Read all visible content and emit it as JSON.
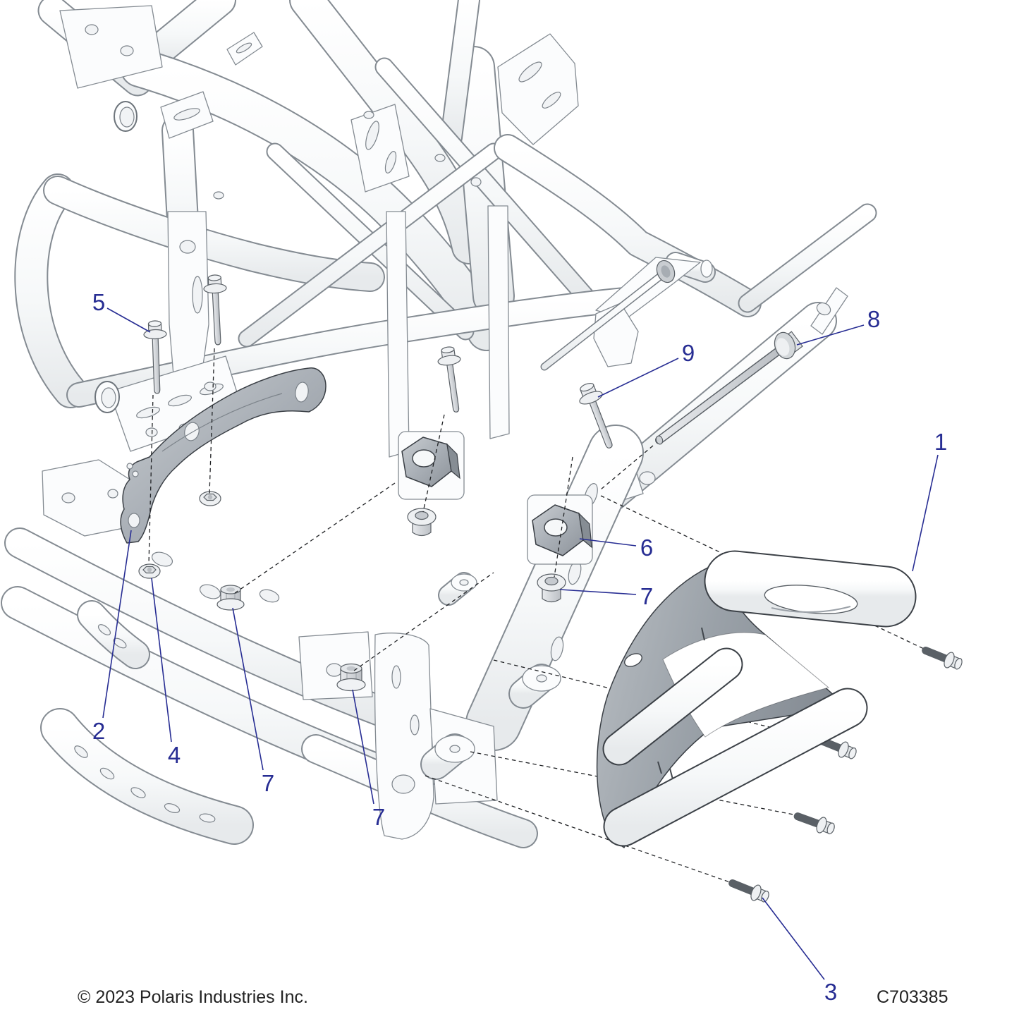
{
  "diagram": {
    "type": "exploded-parts-diagram",
    "footer": {
      "copyright": "© 2023 Polaris Industries Inc.",
      "drawing_number": "C703385"
    },
    "callouts": [
      {
        "label": "5"
      },
      {
        "label": "9"
      },
      {
        "label": "8"
      },
      {
        "label": "1"
      },
      {
        "label": "6"
      },
      {
        "label": "7"
      },
      {
        "label": "2"
      },
      {
        "label": "4"
      },
      {
        "label": "7"
      },
      {
        "label": "7"
      },
      {
        "label": "3"
      }
    ],
    "colors": {
      "callout_blue": "#272d93",
      "line_black": "#202225",
      "frame_light": "#f4f6f7",
      "part_dark": "#9aa0a7",
      "background": "#ffffff"
    }
  }
}
